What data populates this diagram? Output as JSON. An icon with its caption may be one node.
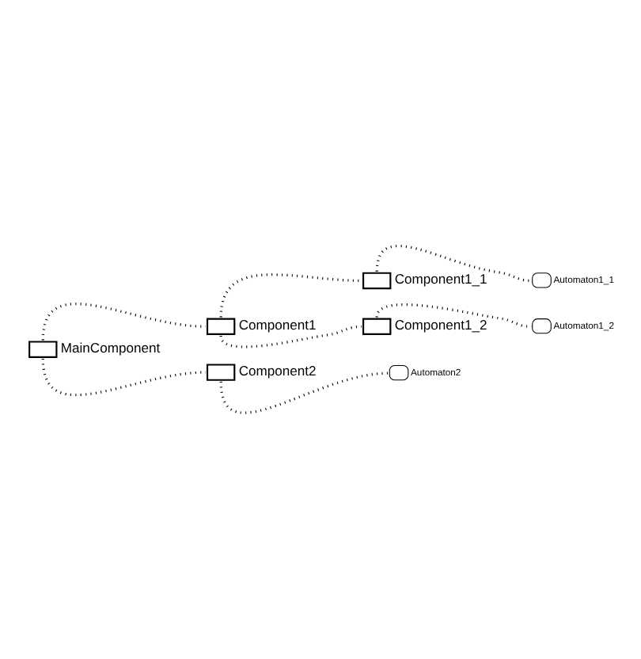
{
  "diagram": {
    "nodes": [
      {
        "text": [
          "MainComponent"
        ]
      },
      {
        "text": [
          "Component1"
        ]
      },
      {
        "text": [
          "Component1_1"
        ]
      },
      {
        "text": [
          "Automaton1_1"
        ]
      },
      {
        "text": [
          "Component1_2"
        ]
      },
      {
        "text": [
          "Automaton1_2"
        ]
      },
      {
        "text": [
          "Component2"
        ]
      },
      {
        "text": [
          "Automaton2"
        ]
      }
    ],
    "edges": [
      {
        "from": 0,
        "to": 1,
        "arrow": "none"
      },
      {
        "from": 1,
        "to": 2,
        "arrow": "none"
      },
      {
        "from": 2,
        "to": 3,
        "arrow": "none"
      },
      {
        "from": 1,
        "to": 4,
        "arrow": "none"
      },
      {
        "from": 4,
        "to": 5,
        "arrow": "none"
      },
      {
        "from": 0,
        "to": 6,
        "arrow": "none"
      },
      {
        "from": 6,
        "to": 7,
        "arrow": "none"
      }
    ]
  }
}
